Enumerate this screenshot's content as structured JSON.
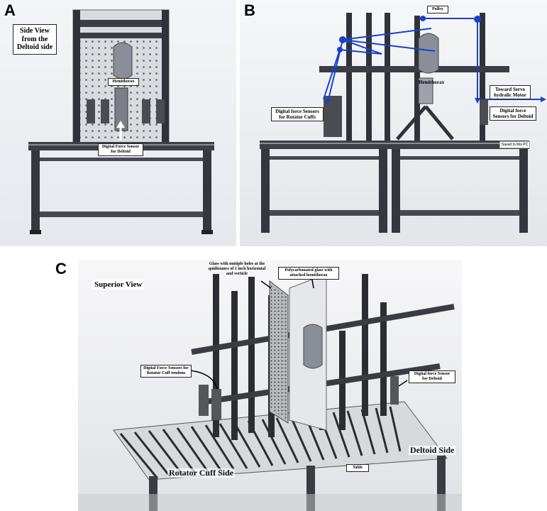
{
  "panel_a": {
    "letter": "A",
    "side_view_label": "Side View from the Deltoid side",
    "hemithorax_label": "Hemithorax",
    "deltoid_sensor_label": "Digital Force Sensor for Deltoid"
  },
  "panel_b": {
    "letter": "B",
    "pulley_label": "Pulley",
    "hemithorax_label": "Hemithorax",
    "servo_label": "Toward Servo hydralic Motor",
    "rotator_sensor_label": "Digital force Sensors for Rotator Cuffs",
    "deltoid_sensor_label": "Digital force Sensors for Deltoid",
    "saved_tooltip": "Saved to this PC",
    "arrow_color": "#1a3fd0"
  },
  "panel_c": {
    "letter": "C",
    "superior_view_label": "Superior View",
    "glass_holes_label": "Glass with mutiple holes at the quidistance of 1 inch horizontal and verticle",
    "polycarbonate_label": "Polycarbonated glass with attached hemithorax",
    "rotator_sensors_label": "Digital Force Sensors for Rotator Cuff tendons",
    "deltoid_sensor_label": "Digital force Sensor for Deltoid",
    "deltoid_side_label": "Deltoid Side",
    "rotator_side_label": "Rotator Cuff Side",
    "table_label": "Table"
  }
}
